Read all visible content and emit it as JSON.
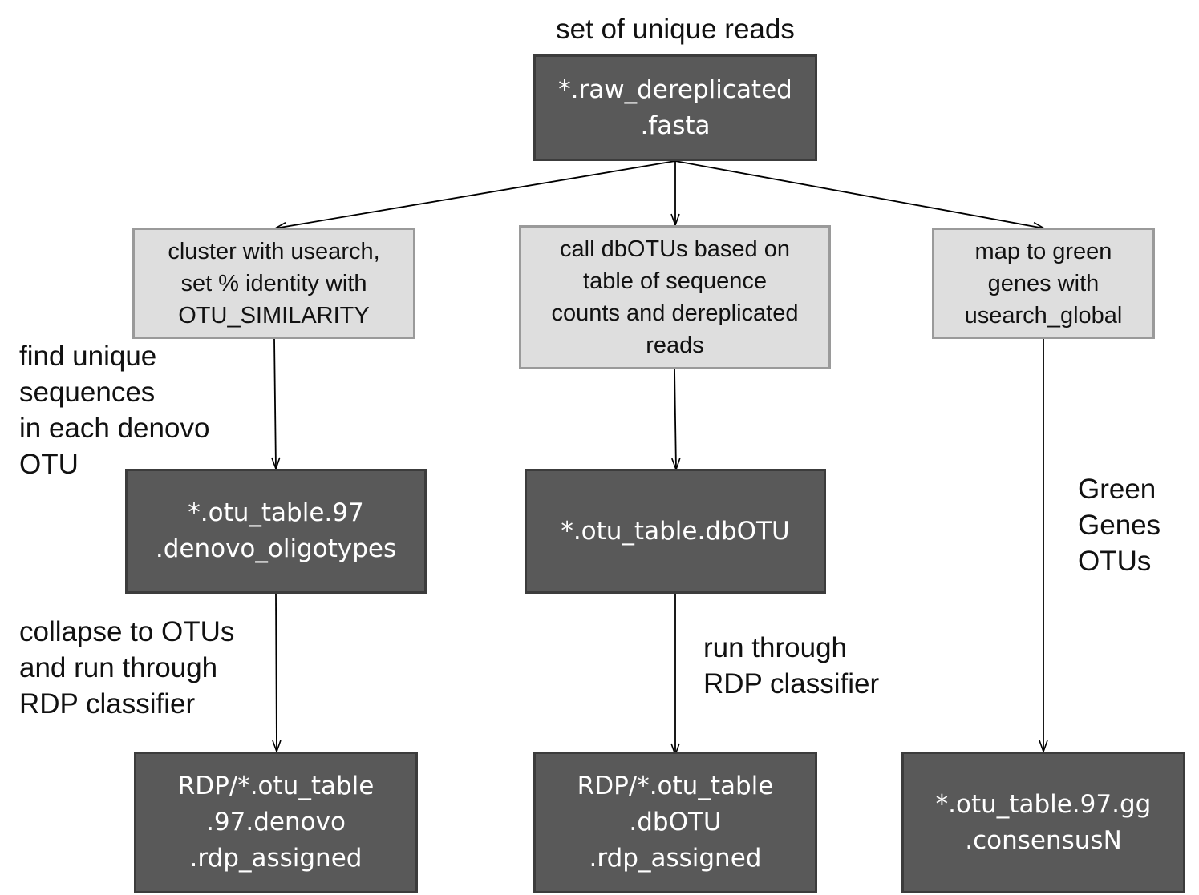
{
  "top_label": "set of unique reads",
  "nodes": {
    "raw": [
      "*.raw_dereplicated",
      ".fasta"
    ],
    "cluster": [
      "cluster with usearch,",
      "set % identity with",
      "OTU_SIMILARITY"
    ],
    "dbotu_call": [
      "call dbOTUs based on",
      "table of sequence",
      "counts and dereplicated",
      "reads"
    ],
    "map_gg": [
      "map to green",
      "genes with",
      "usearch_global"
    ],
    "denovo_table": [
      "*.otu_table.97",
      ".denovo_oligotypes"
    ],
    "dbotu_table": [
      "*.otu_table.dbOTU"
    ],
    "rdp_denovo": [
      "RDP/*.otu_table",
      ".97.denovo",
      ".rdp_assigned"
    ],
    "rdp_dbotu": [
      "RDP/*.otu_table",
      ".dbOTU",
      ".rdp_assigned"
    ],
    "gg_table": [
      "*.otu_table.97.gg",
      ".consensusN"
    ]
  },
  "annotations": {
    "find_unique": [
      "find unique",
      "sequences",
      "in each denovo",
      "OTU"
    ],
    "collapse": [
      "collapse to OTUs",
      "and run through",
      "RDP classifier"
    ],
    "run_rdp": [
      "run through",
      "RDP classifier"
    ],
    "green_genes": [
      "Green",
      "Genes",
      "OTUs"
    ]
  },
  "colors": {
    "dark_box": "#595959",
    "light_box": "#dedede",
    "edge": "#000000"
  }
}
